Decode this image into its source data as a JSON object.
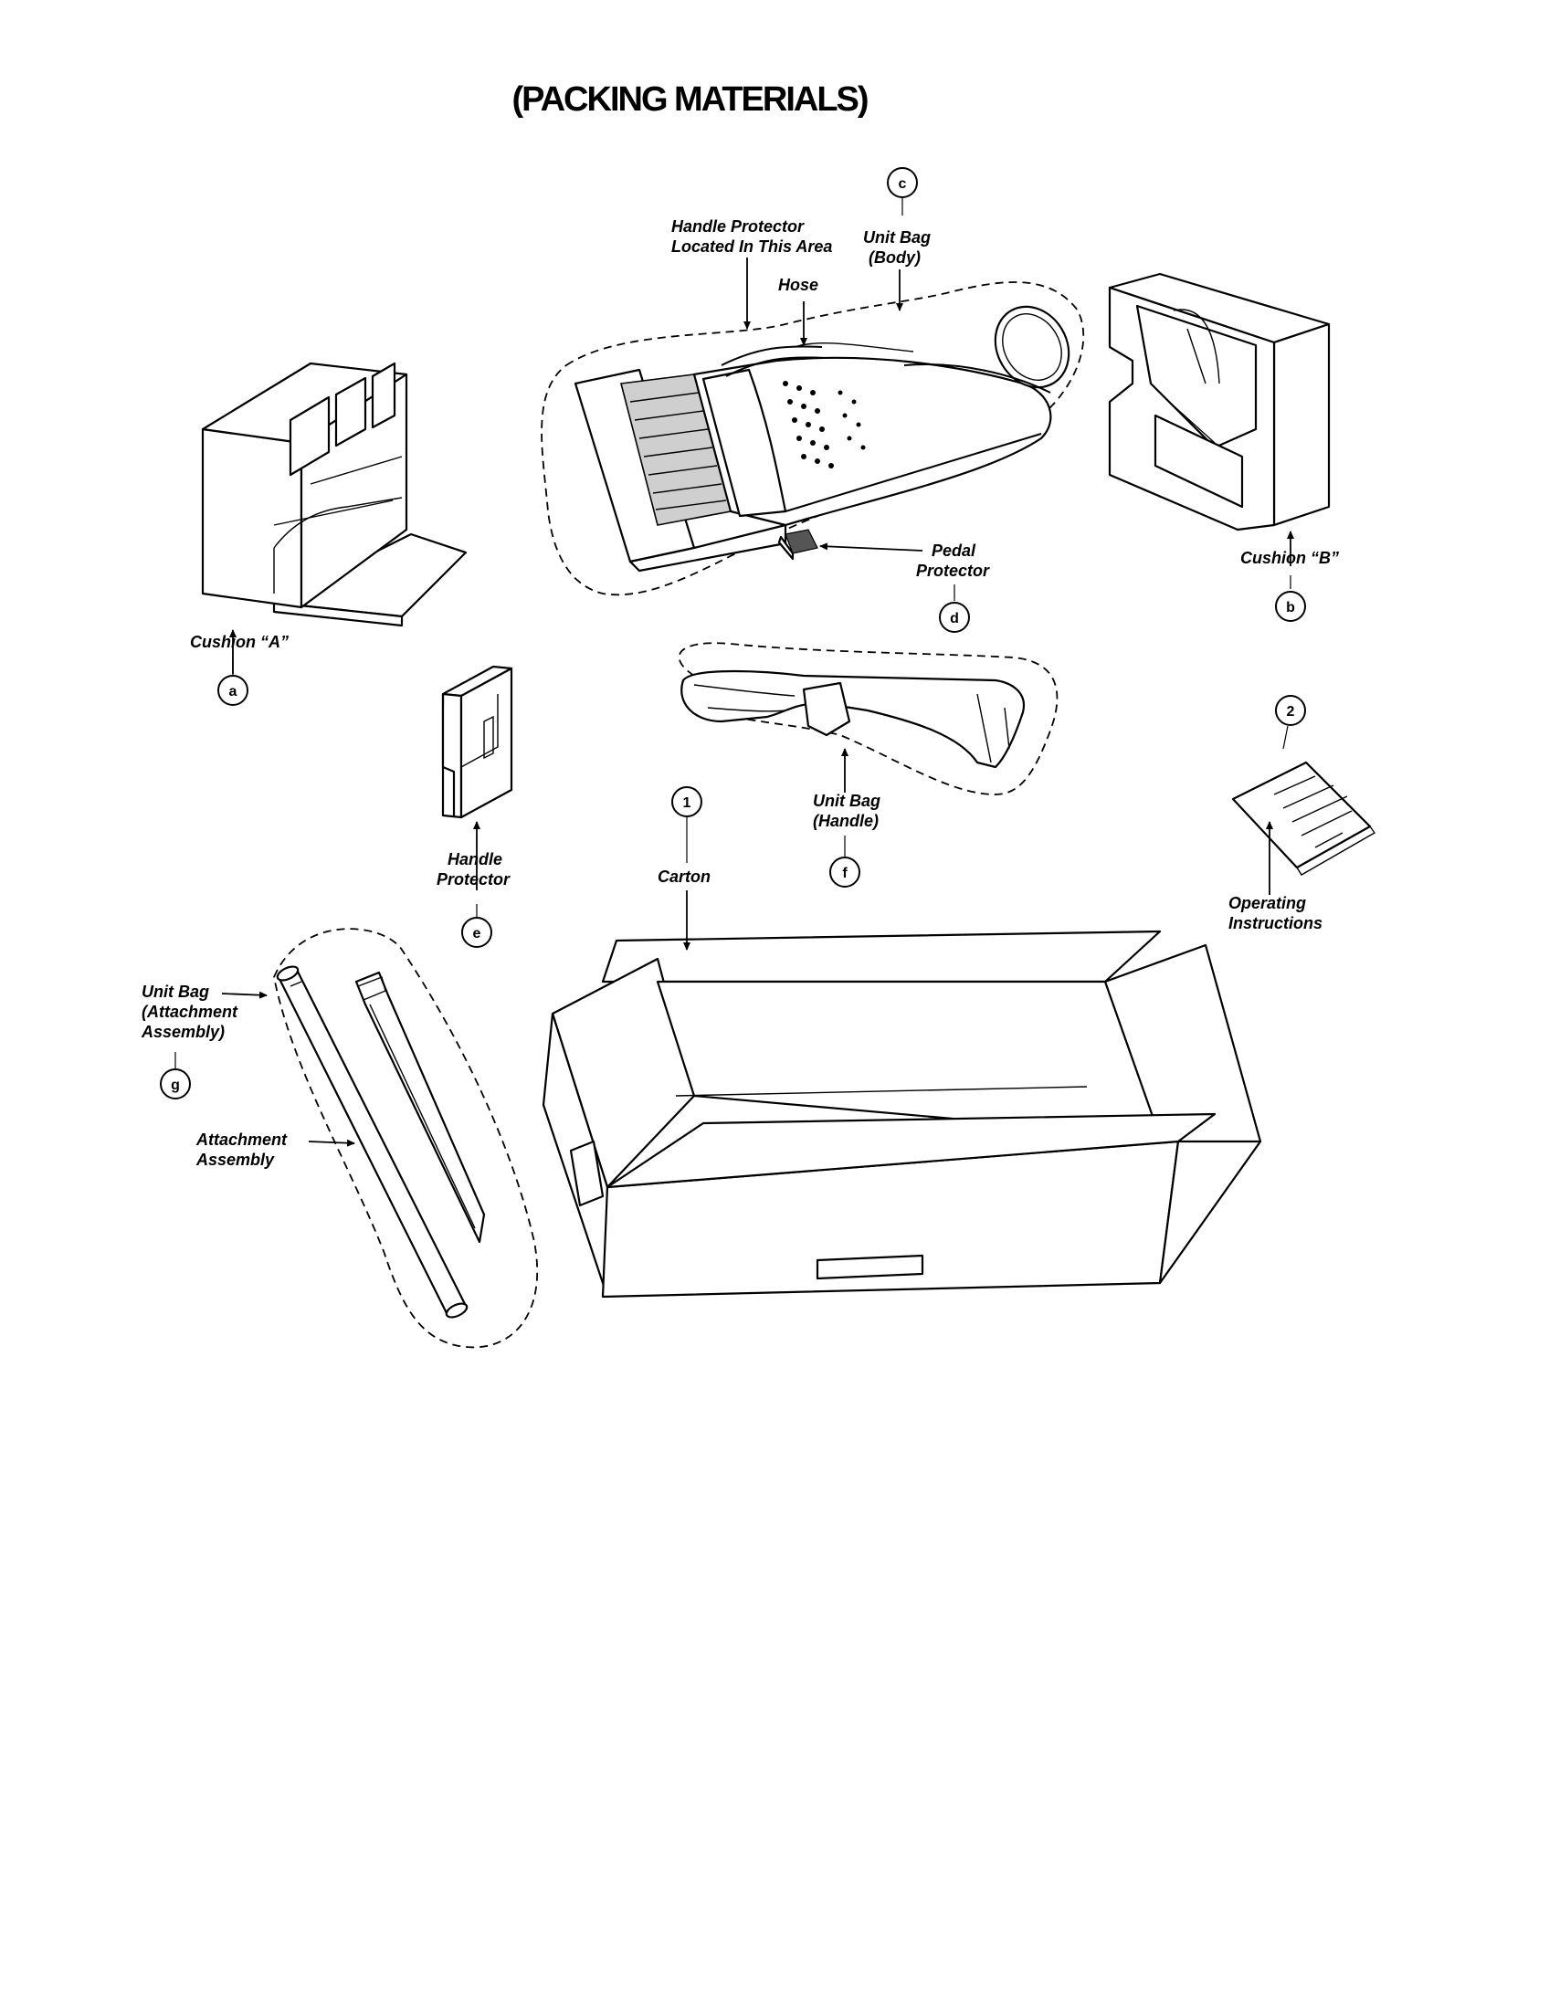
{
  "title": "(PACKING MATERIALS)",
  "labels": {
    "cushion_a": "Cushion “A”",
    "cushion_b": "Cushion “B”",
    "handle_protector_area_1": "Handle Protector",
    "handle_protector_area_2": "Located In This Area",
    "hose": "Hose",
    "unit_bag_body_1": "Unit Bag",
    "unit_bag_body_2": "(Body)",
    "pedal_protector_1": "Pedal",
    "pedal_protector_2": "Protector",
    "handle_protector_1": "Handle",
    "handle_protector_2": "Protector",
    "unit_bag_handle_1": "Unit Bag",
    "unit_bag_handle_2": "(Handle)",
    "carton": "Carton",
    "operating_instructions_1": "Operating",
    "operating_instructions_2": "Instructions",
    "unit_bag_attach_1": "Unit Bag",
    "unit_bag_attach_2": "(Attachment",
    "unit_bag_attach_3": "Assembly)",
    "attachment_assembly_1": "Attachment",
    "attachment_assembly_2": "Assembly"
  },
  "callouts": {
    "a": "a",
    "b": "b",
    "c": "c",
    "d": "d",
    "e": "e",
    "f": "f",
    "g": "g",
    "one": "1",
    "two": "2"
  }
}
